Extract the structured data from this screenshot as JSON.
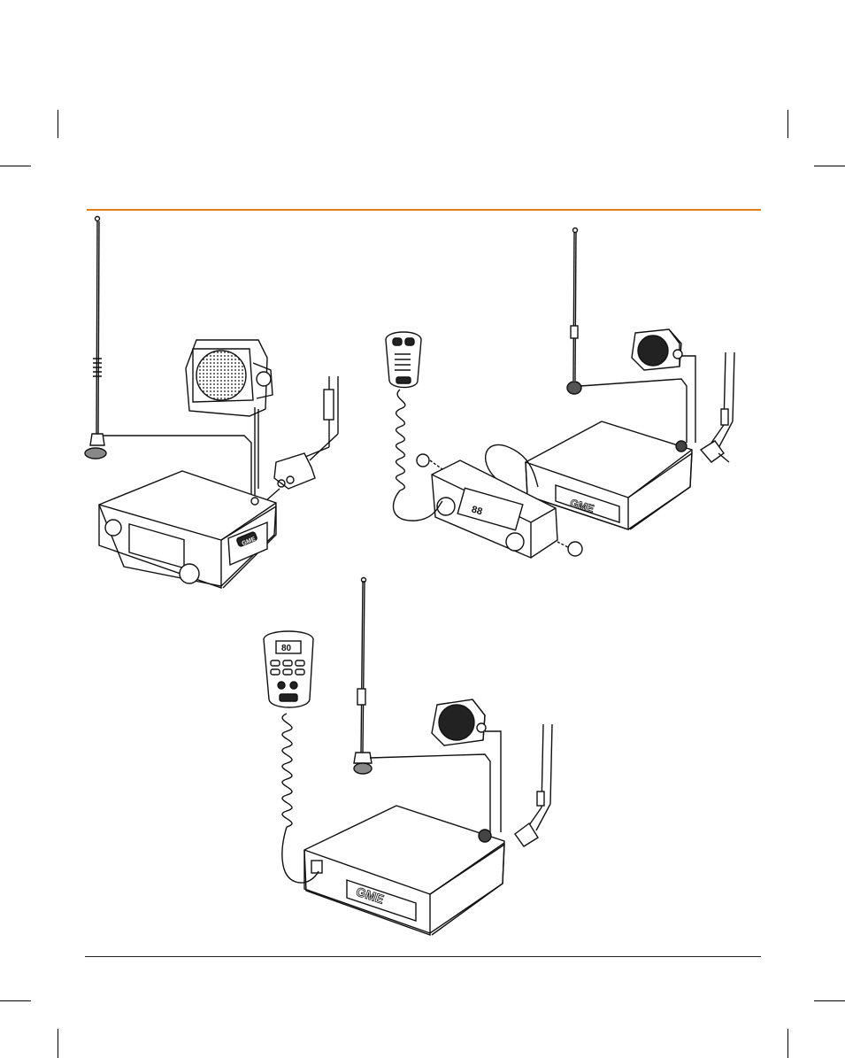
{
  "page": {
    "accent_color": "#e07f1a",
    "rule_color": "#222222",
    "background": "#ffffff"
  },
  "figures": [
    {
      "id": "radio-compact",
      "parts": [
        "antenna",
        "speaker",
        "radio",
        "power-lead",
        "fuse-holder",
        "plug"
      ],
      "brand": "GME"
    },
    {
      "id": "radio-remote-head",
      "parts": [
        "antenna",
        "speaker",
        "radio-body",
        "control-head",
        "handset",
        "power-lead",
        "plug"
      ],
      "brand": "GME",
      "display": "88"
    },
    {
      "id": "radio-controller-mic",
      "parts": [
        "antenna",
        "speaker",
        "radio-body",
        "controller-mic",
        "power-lead",
        "plug"
      ],
      "brand": "GME",
      "display": "80"
    }
  ]
}
